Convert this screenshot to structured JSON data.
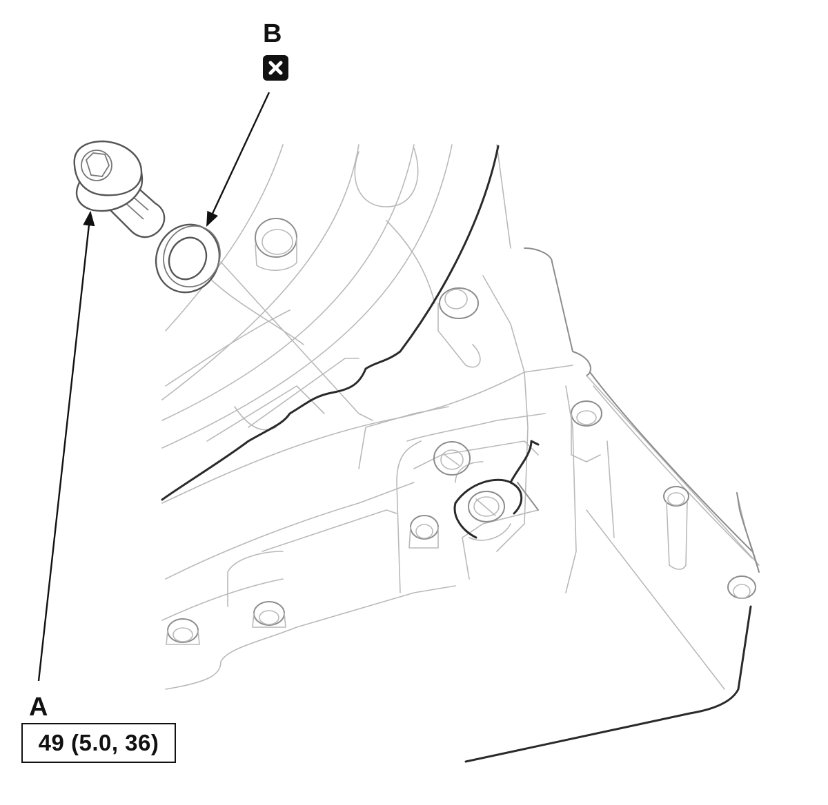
{
  "callouts": {
    "bolt": {
      "letter": "A",
      "torque_spec": "49 (5.0, 36)"
    },
    "washer": {
      "letter": "B",
      "symbol": "replace-part-icon"
    }
  },
  "colors": {
    "line": "#111111",
    "outline": "#8c8c8c",
    "background": "#ffffff"
  }
}
